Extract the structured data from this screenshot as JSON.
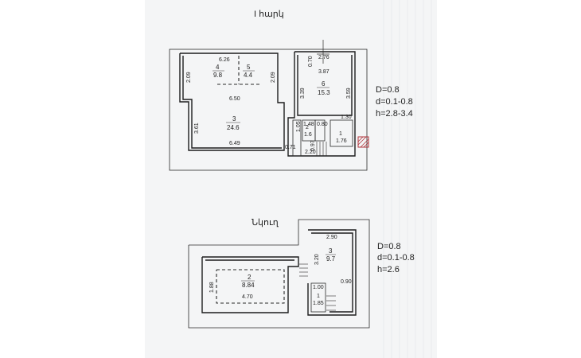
{
  "floor1": {
    "title": "I հարկ",
    "rooms": [
      {
        "num": "4",
        "area": "9.8"
      },
      {
        "num": "5",
        "area": "4.4"
      },
      {
        "num": "6",
        "area": "15.3"
      },
      {
        "num": "3",
        "area": "24.6"
      },
      {
        "num": "2",
        "area": "1.6"
      },
      {
        "num": "1",
        "area": "1.76"
      }
    ],
    "dims": [
      "6.26",
      "2.09",
      "2.09",
      "6.50",
      "2.76",
      "0.70",
      "3.87",
      "3.39",
      "3.59",
      "1.30",
      "3.61",
      "6.49",
      "0.71",
      "2.20",
      "1.05",
      "1.48",
      "0.97",
      "0.80"
    ],
    "specs": {
      "D": "D=0.8",
      "d": "d=0.1-0.8",
      "h": "h=2.8-3.4"
    }
  },
  "basement": {
    "title": "Նկուղ",
    "rooms": [
      {
        "num": "3",
        "area": "9.7"
      },
      {
        "num": "2",
        "area": "8.84"
      },
      {
        "num": "1",
        "area": "1.85"
      }
    ],
    "dims": [
      "2.90",
      "3.20",
      "1.88",
      "4.70",
      "1.00",
      "0.90"
    ],
    "specs": {
      "D": "D=0.8",
      "d": "d=0.1-0.8",
      "h": "h=2.6"
    }
  }
}
